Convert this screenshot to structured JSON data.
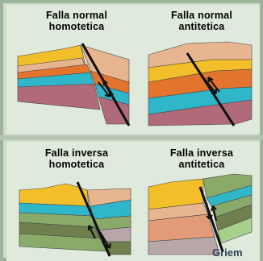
{
  "panels": [
    {
      "title_line1": "Falla normal",
      "title_line2": "homotetica"
    },
    {
      "title_line1": "Falla normal",
      "title_line2": "antitetica"
    },
    {
      "title_line1": "Falla inversa",
      "title_line2": "homotetica"
    },
    {
      "title_line1": "Falla inversa",
      "title_line2": "antitetica"
    }
  ],
  "credit": "Griem",
  "colors": {
    "background": "#cfdccc",
    "yellow": "#f2bf2a",
    "tan": "#e7b690",
    "orange": "#e3742e",
    "cyan": "#2fb6c9",
    "mauve": "#b06a7a",
    "olive_green": "#8aaa6a",
    "dark_olive": "#6f7f4e",
    "salmon": "#e39a78",
    "fault": "#111111"
  }
}
